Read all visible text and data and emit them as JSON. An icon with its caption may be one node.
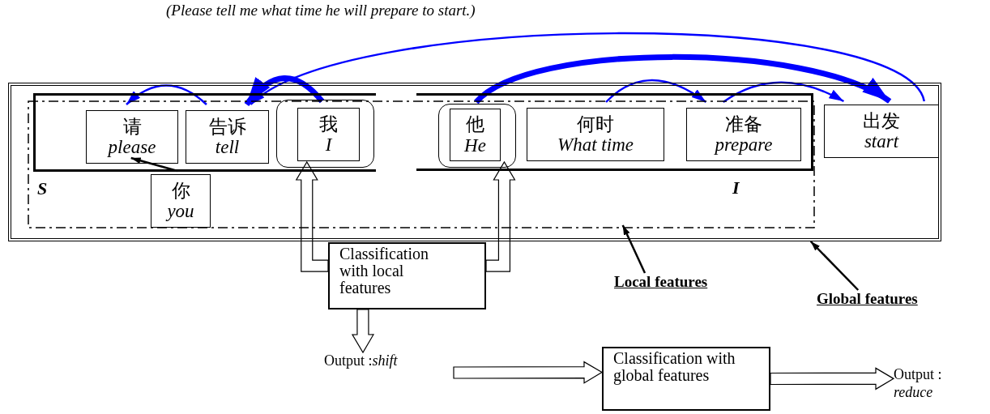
{
  "diagram": {
    "nodes": [
      {
        "text": [],
        "shape": "box"
      },
      {
        "text": [],
        "shape": "box",
        "in": 0
      },
      {
        "text": [
          "S"
        ],
        "in": 1
      },
      {
        "text": [
          "请",
          "please"
        ],
        "in": 2
      },
      {
        "text": [
          "告诉",
          "tell"
        ],
        "in": 2
      },
      {
        "text": [],
        "shape": "box",
        "in": 2
      },
      {
        "text": [
          "我",
          "I"
        ],
        "in": 5
      },
      {
        "text": [
          "你",
          "you"
        ],
        "in": 1
      },
      {
        "text": [
          "I"
        ],
        "in": 1
      },
      {
        "text": [],
        "shape": "box",
        "in": 8
      },
      {
        "text": [
          "他",
          "He"
        ],
        "in": 9
      },
      {
        "text": [
          "何时",
          "What time"
        ],
        "in": 8
      },
      {
        "text": [
          "准备",
          "prepare"
        ],
        "in": 8
      },
      {
        "text": [
          "出发",
          "start"
        ],
        "in": 0
      },
      {
        "text": [
          "Classification with local features"
        ]
      },
      {
        "text": [
          "Output :*shift*"
        ]
      },
      {
        "text": [
          "Classification with  global features"
        ]
      },
      {
        "text": [
          "Output : *reduce*"
        ]
      },
      {
        "text": [
          "Local features"
        ]
      },
      {
        "text": [
          "Global features"
        ]
      }
    ],
    "edges": [
      {
        "from": 7,
        "to": 3,
        "arrow": "to",
        "color": "#000000"
      },
      {
        "from": 4,
        "to": 3,
        "arrow": "to",
        "color": "#0000ff"
      },
      {
        "from": 6,
        "to": 4,
        "arrow": "to",
        "color": "#0000ff",
        "style": "thick"
      },
      {
        "from": 13,
        "to": 4,
        "arrow": "to",
        "color": "#0000ff"
      },
      {
        "from": 10,
        "to": 13,
        "arrow": "to",
        "color": "#0000ff",
        "style": "thick"
      },
      {
        "from": 11,
        "to": 12,
        "arrow": "to",
        "color": "#0000ff"
      },
      {
        "from": 12,
        "to": 13,
        "arrow": "to",
        "color": "#0000ff"
      },
      {
        "from": 14,
        "to": 5,
        "arrow": "to",
        "style": "thick"
      },
      {
        "from": 14,
        "to": 9,
        "arrow": "to",
        "style": "thick"
      },
      {
        "from": 14,
        "to": 15,
        "arrow": "to",
        "style": "thick"
      },
      {
        "from": 15,
        "to": 16,
        "arrow": "to",
        "style": "thick"
      },
      {
        "from": 16,
        "to": 17,
        "arrow": "to",
        "style": "thick"
      },
      {
        "from": 18,
        "to": 1,
        "arrow": "to",
        "color": "#000000"
      },
      {
        "from": 19,
        "to": 0,
        "arrow": "to",
        "color": "#000000"
      }
    ],
    "labels": [
      "(Please  tell me what time he will prepare to start.)"
    ]
  }
}
